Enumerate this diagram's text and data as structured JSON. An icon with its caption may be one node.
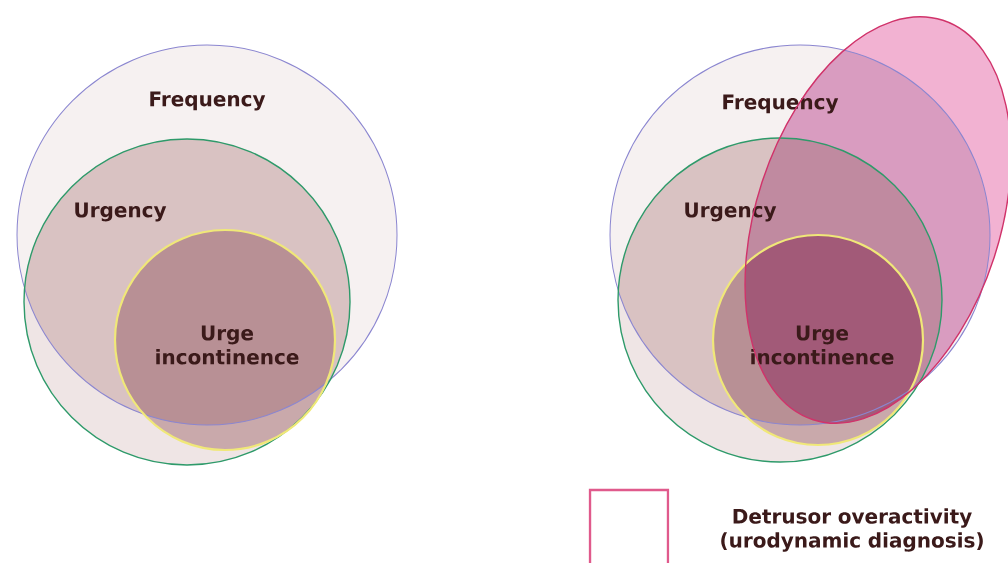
{
  "diagram": {
    "nodes": [
      {
        "text": [
          "Frequency"
        ]
      },
      {
        "text": [
          "Urgency"
        ]
      },
      {
        "text": [
          "Urge incontinence"
        ],
        "in": 1
      },
      {
        "text": [
          "Frequency"
        ]
      },
      {
        "text": [
          "Urgency"
        ]
      },
      {
        "text": [
          "Urge incontinence"
        ],
        "in": 4
      },
      {
        "text": [],
        "shape": "ellipse"
      }
    ],
    "legend": [
      {
        "text": "Detrusor overactivity (urodynamic diagnosis)",
        "color": "#e05a8c"
      }
    ]
  }
}
